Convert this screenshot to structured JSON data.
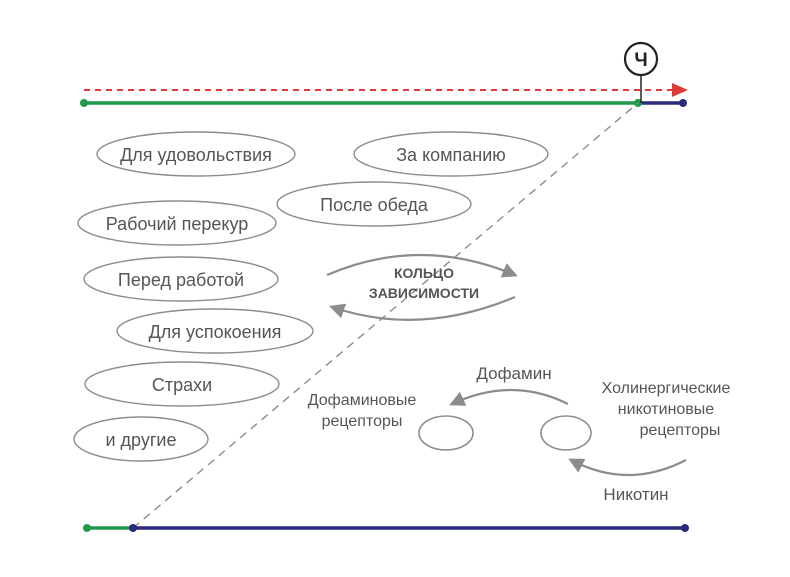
{
  "colors": {
    "green": "#1e9a4a",
    "navy": "#2b2a7a",
    "red": "#e03a3a",
    "gray": "#8c8c8c",
    "text": "#555555"
  },
  "marker": {
    "label": "Ч"
  },
  "reasons": [
    {
      "id": "pleasure",
      "label": "Для удовольствия"
    },
    {
      "id": "company",
      "label": "За компанию"
    },
    {
      "id": "after-lunch",
      "label": "После обеда"
    },
    {
      "id": "work-break",
      "label": "Рабочий перекур"
    },
    {
      "id": "before-work",
      "label": "Перед работой"
    },
    {
      "id": "calming",
      "label": "Для успокоения"
    },
    {
      "id": "fears",
      "label": "Страхи"
    },
    {
      "id": "others",
      "label": "и другие"
    }
  ],
  "ring": {
    "line1": "КОЛЬЦО",
    "line2": "ЗАВИСИМОСТИ"
  },
  "mechanism": {
    "dopamine": "Дофамин",
    "dopamine_receptors_1": "Дофаминовые",
    "dopamine_receptors_2": "рецепторы",
    "cholinergic_1": "Холинергические",
    "cholinergic_2": "никотиновые",
    "cholinergic_3": "рецепторы",
    "nicotine": "Никотин"
  }
}
